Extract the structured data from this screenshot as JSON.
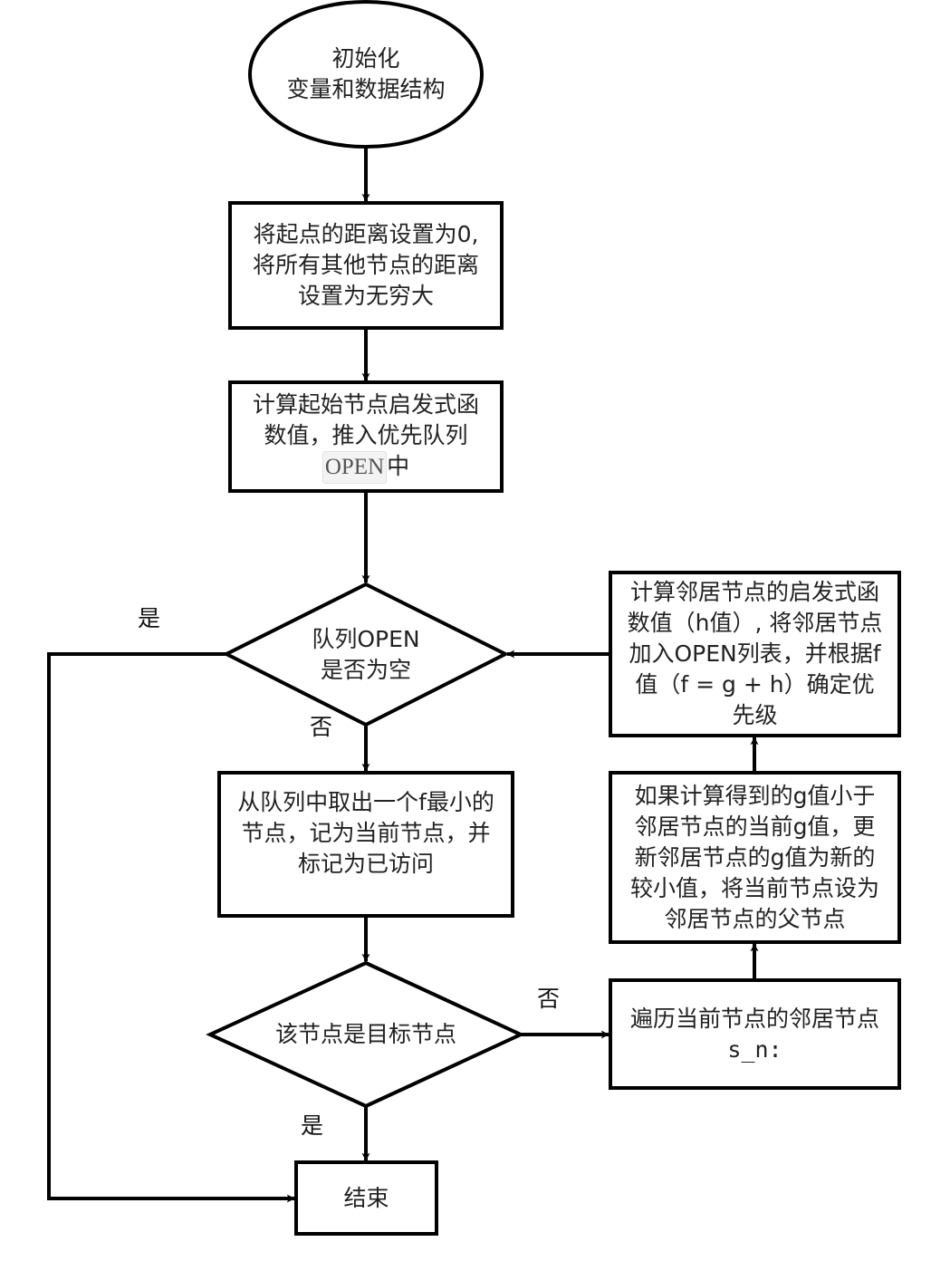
{
  "diagram": {
    "type": "flowchart",
    "colors": {
      "stroke": "#000000",
      "fill": "#ffffff",
      "text": "#222222"
    },
    "nodes": {
      "start": {
        "shape": "ellipse",
        "lines": [
          "初始化",
          "变量和数据结构"
        ]
      },
      "set_distance": {
        "shape": "rect",
        "lines": [
          "将起点的距离设置为0,",
          "将所有其他节点的距离",
          "设置为无穷大"
        ]
      },
      "push_open": {
        "shape": "rect",
        "line1": "计算起始节点启发式函",
        "line2": "数值，推入优先队列",
        "line3_code": "OPEN",
        "line3_suffix": "中"
      },
      "open_empty": {
        "shape": "diamond",
        "lines": [
          "队列OPEN",
          "是否为空"
        ]
      },
      "pop_min": {
        "shape": "rect",
        "lines": [
          "从队列中取出一个f最小的",
          "节点，记为当前节点，并",
          "标记为已访问"
        ]
      },
      "is_goal": {
        "shape": "diamond",
        "lines": [
          "该节点是目标节点"
        ]
      },
      "end": {
        "shape": "rect",
        "lines": [
          "结束"
        ]
      },
      "iterate_neighbors": {
        "shape": "rect",
        "lines": [
          "遍历当前节点的邻居节点",
          "s_n:"
        ]
      },
      "update_g": {
        "shape": "rect",
        "lines": [
          "如果计算得到的g值小于",
          "邻居节点的当前g值，更",
          "新邻居节点的g值为新的",
          "较小值，将当前节点设为",
          "邻居节点的父节点"
        ]
      },
      "compute_h": {
        "shape": "rect",
        "lines": [
          "计算邻居节点的启发式函",
          "数值（h值）, 将邻居节点",
          "加入OPEN列表，并根据f",
          "值（f = g + h）确定优",
          "先级"
        ]
      }
    },
    "edges": [
      {
        "from": "start",
        "to": "set_distance",
        "label": ""
      },
      {
        "from": "set_distance",
        "to": "push_open",
        "label": ""
      },
      {
        "from": "push_open",
        "to": "open_empty",
        "label": ""
      },
      {
        "from": "open_empty",
        "to": "pop_min",
        "label": "否"
      },
      {
        "from": "open_empty",
        "to": "end",
        "label": "是"
      },
      {
        "from": "pop_min",
        "to": "is_goal",
        "label": ""
      },
      {
        "from": "is_goal",
        "to": "end",
        "label": "是"
      },
      {
        "from": "is_goal",
        "to": "iterate_neighbors",
        "label": "否"
      },
      {
        "from": "iterate_neighbors",
        "to": "update_g",
        "label": ""
      },
      {
        "from": "update_g",
        "to": "compute_h",
        "label": ""
      },
      {
        "from": "compute_h",
        "to": "open_empty",
        "label": ""
      }
    ],
    "edge_labels": {
      "open_empty_yes": "是",
      "open_empty_no": "否",
      "is_goal_no": "否",
      "is_goal_yes": "是"
    }
  }
}
